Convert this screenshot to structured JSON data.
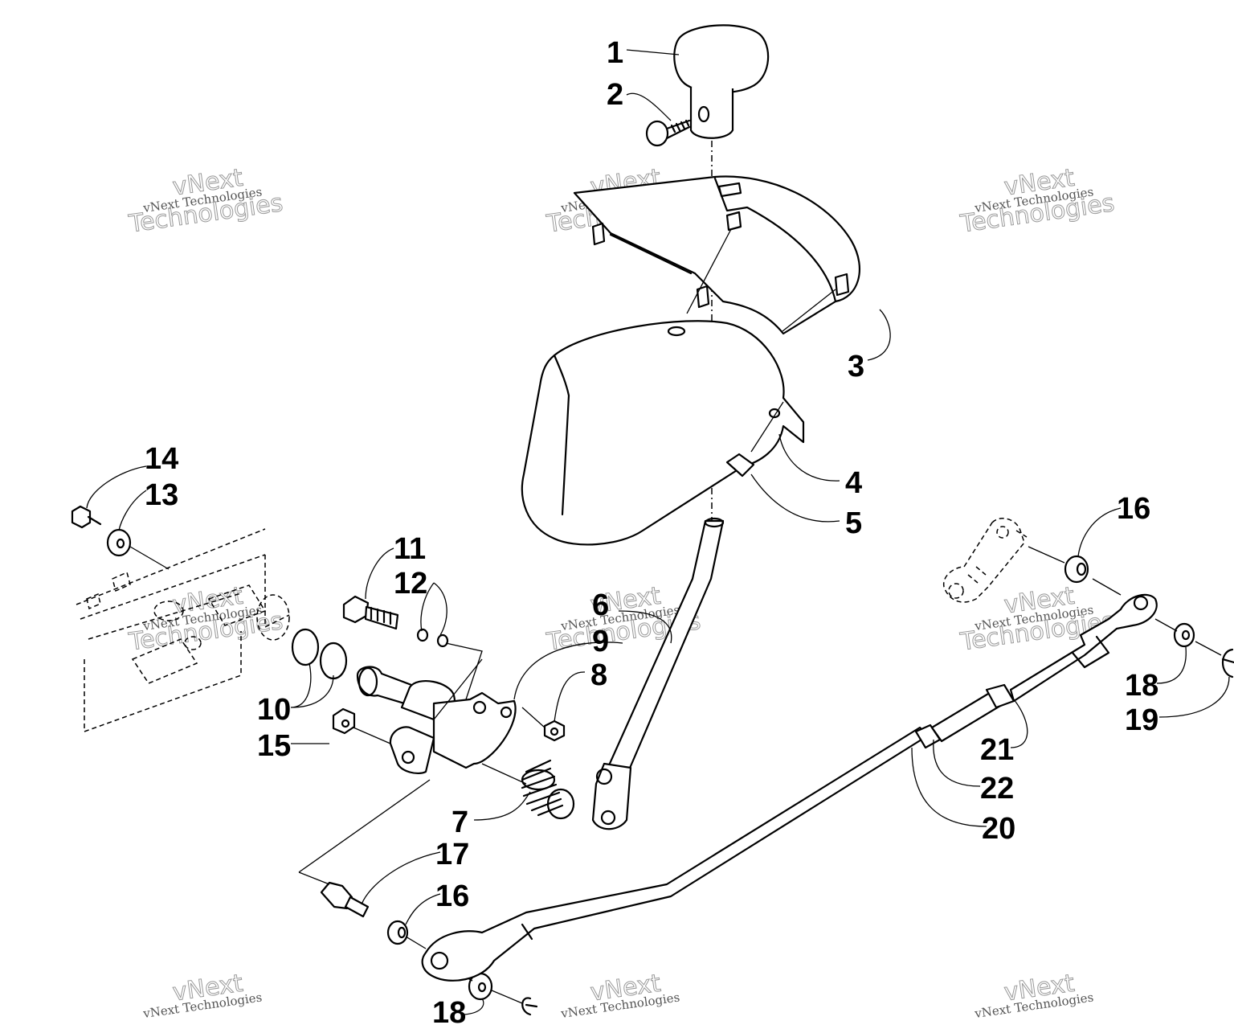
{
  "watermark": {
    "line_small": "vNext Technologies",
    "word_top": "vNext",
    "word_bottom": "Technologies"
  },
  "callouts": [
    {
      "id": "c1",
      "text": "1"
    },
    {
      "id": "c2",
      "text": "2"
    },
    {
      "id": "c3",
      "text": "3"
    },
    {
      "id": "c4",
      "text": "4"
    },
    {
      "id": "c5",
      "text": "5"
    },
    {
      "id": "c6",
      "text": "6"
    },
    {
      "id": "c7",
      "text": "7"
    },
    {
      "id": "c8",
      "text": "8"
    },
    {
      "id": "c9",
      "text": "9"
    },
    {
      "id": "c10",
      "text": "10"
    },
    {
      "id": "c11",
      "text": "11"
    },
    {
      "id": "c12",
      "text": "12"
    },
    {
      "id": "c13",
      "text": "13"
    },
    {
      "id": "c14",
      "text": "14"
    },
    {
      "id": "c15",
      "text": "15"
    },
    {
      "id": "c16a",
      "text": "16"
    },
    {
      "id": "c16b",
      "text": "16"
    },
    {
      "id": "c17",
      "text": "17"
    },
    {
      "id": "c18a",
      "text": "18"
    },
    {
      "id": "c18b",
      "text": "18"
    },
    {
      "id": "c19",
      "text": "19"
    },
    {
      "id": "c20",
      "text": "20"
    },
    {
      "id": "c21",
      "text": "21"
    },
    {
      "id": "c22",
      "text": "22"
    }
  ]
}
